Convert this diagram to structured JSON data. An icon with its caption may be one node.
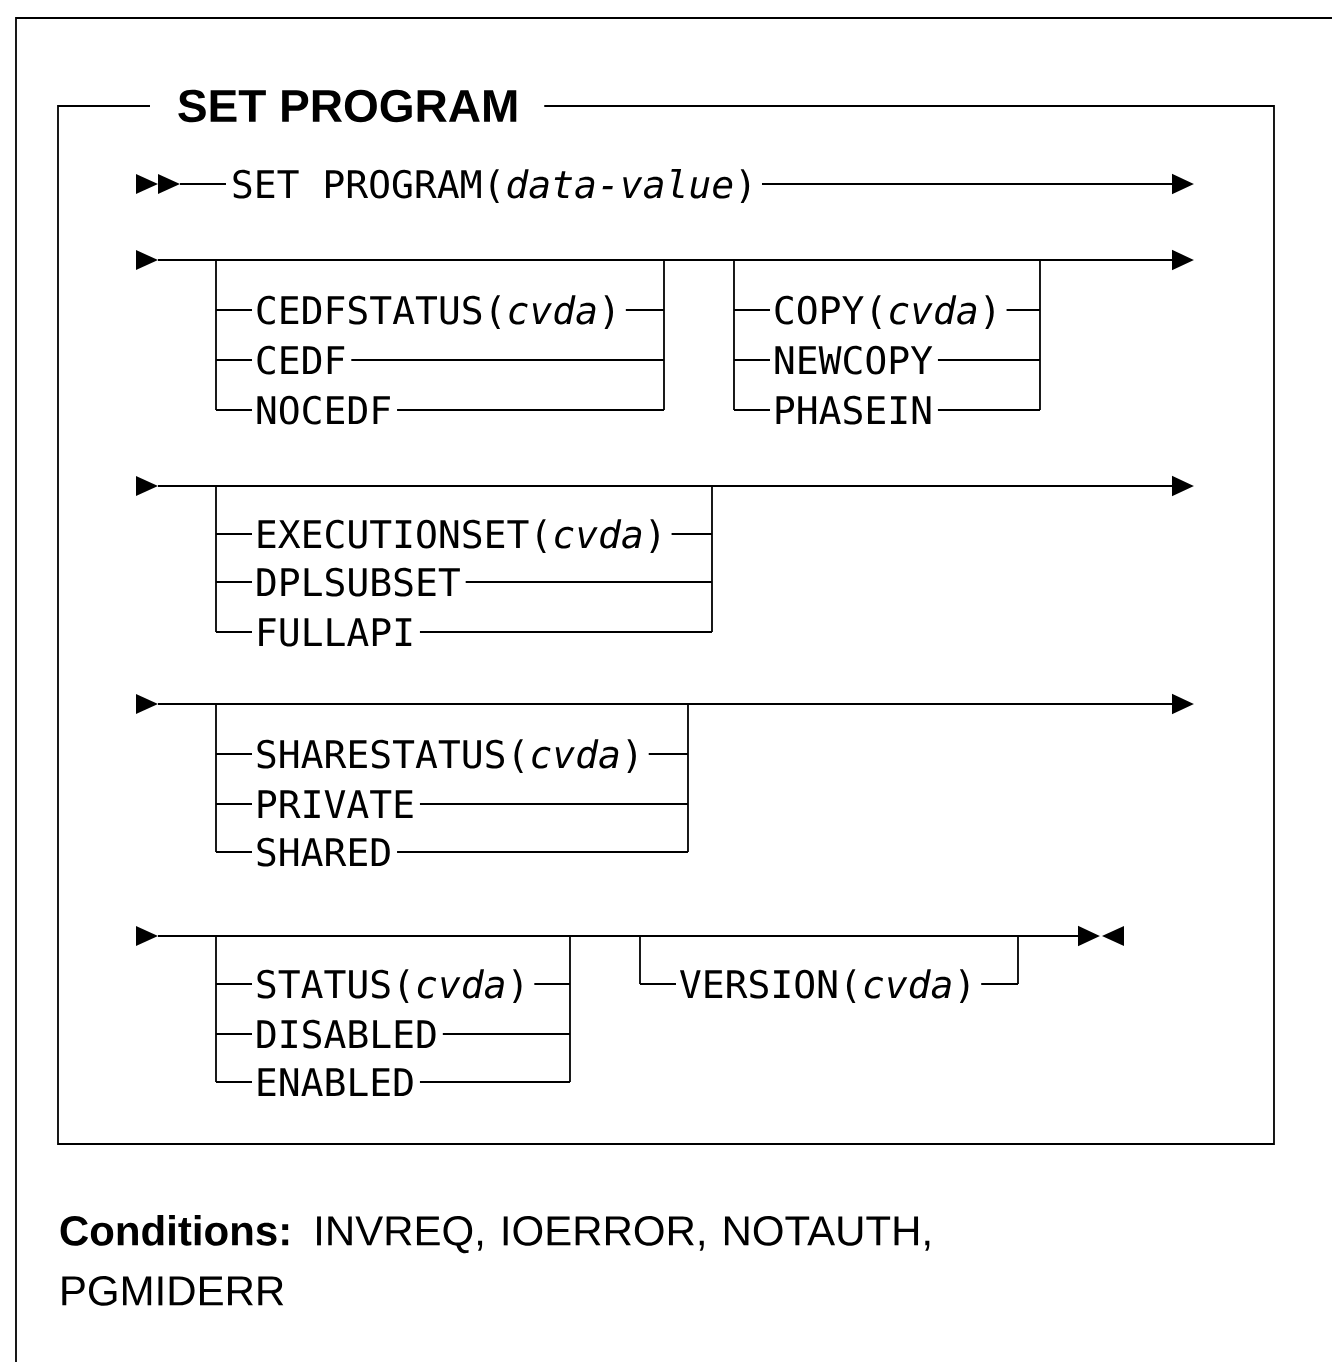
{
  "diagram": {
    "title": "SET PROGRAM",
    "labels": [
      "SET PROGRAM(*data-value*)",
      "CEDFSTATUS(*cvda*)",
      "COPY(*cvda*)",
      "CEDF",
      "NEWCOPY",
      "NOCEDF",
      "PHASEIN",
      "EXECUTIONSET(*cvda*)",
      "DPLSUBSET",
      "FULLAPI",
      "SHARESTATUS(*cvda*)",
      "PRIVATE",
      "SHARED",
      "STATUS(*cvda*)",
      "VERSION(*cvda*)",
      "DISABLED",
      "ENABLED",
      "**Conditions:**  INVREQ, IOERROR, NOTAUTH, PGMIDERR"
    ]
  }
}
